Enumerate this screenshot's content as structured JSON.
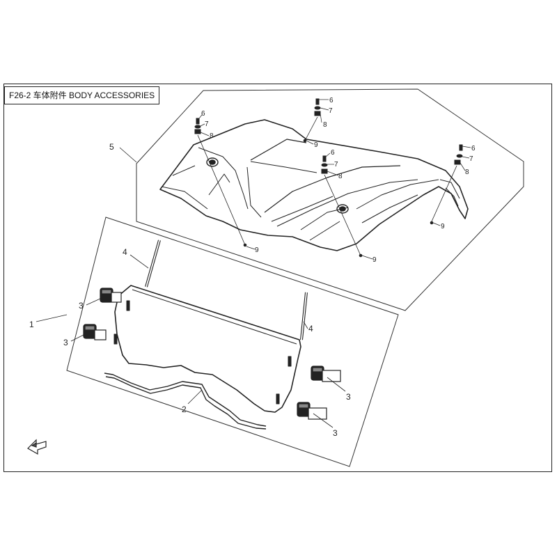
{
  "header": {
    "title": "F26-2 车体附件 BODY ACCESSORIES"
  },
  "callouts": {
    "roof_assembly": "5",
    "windshield_assembly": "1",
    "windshield_seal": "2",
    "clamp": "3",
    "rubber_strip": "4",
    "screw": "6",
    "washer": "7",
    "grommet": "8",
    "nut": "9"
  },
  "icons": {
    "front_arrow": "direction-arrow-icon"
  }
}
